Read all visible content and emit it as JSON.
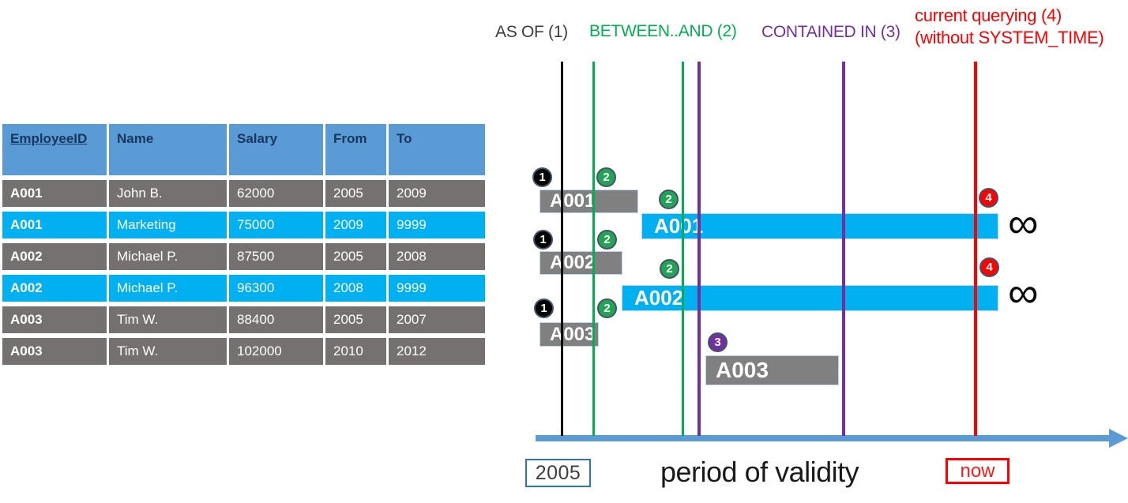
{
  "table": {
    "columns": [
      "EmployeeID",
      "Name",
      "Salary",
      "From",
      "To"
    ],
    "rows": [
      {
        "cells": [
          "A001",
          "John B.",
          "62000",
          "2005",
          "2009"
        ],
        "highlight": "gray"
      },
      {
        "cells": [
          "A001",
          "Marketing",
          "75000",
          "2009",
          "9999"
        ],
        "highlight": "cyan"
      },
      {
        "cells": [
          "A002",
          "Michael P.",
          "87500",
          "2005",
          "2008"
        ],
        "highlight": "gray"
      },
      {
        "cells": [
          "A002",
          "Michael P.",
          "96300",
          "2008",
          "9999"
        ],
        "highlight": "cyan"
      },
      {
        "cells": [
          "A003",
          "Tim W.",
          "88400",
          "2005",
          "2007"
        ],
        "highlight": "gray"
      },
      {
        "cells": [
          "A003",
          "Tim W.",
          "102000",
          "2010",
          "2012"
        ],
        "highlight": "gray"
      }
    ]
  },
  "legend": {
    "as_of": "AS OF (1)",
    "between_and": "BETWEEN..AND (2)",
    "contained_in": "CONTAINED IN (3)",
    "current_line1": "current querying (4)",
    "current_line2": "(without SYSTEM_TIME)"
  },
  "diagram": {
    "lines": [
      {
        "name": "as-of",
        "number": "1",
        "color": "#000000"
      },
      {
        "name": "between-and-start",
        "number": "2",
        "color": "#00B050"
      },
      {
        "name": "between-and-end",
        "number": "2",
        "color": "#00B050"
      },
      {
        "name": "contained-in-start",
        "number": "3",
        "color": "#7030A0"
      },
      {
        "name": "contained-in-end",
        "number": "3",
        "color": "#7030A0"
      },
      {
        "name": "current-querying",
        "number": "4",
        "color": "#FF0000"
      }
    ],
    "bars": [
      {
        "label": "A001",
        "style": "gray"
      },
      {
        "label": "A001",
        "style": "cyan",
        "open_ended": true
      },
      {
        "label": "A002",
        "style": "gray"
      },
      {
        "label": "A002",
        "style": "cyan",
        "open_ended": true
      },
      {
        "label": "A003",
        "style": "gray"
      },
      {
        "label": "A003",
        "style": "gray"
      }
    ],
    "badges": [
      {
        "n": "1",
        "color": "black"
      },
      {
        "n": "2",
        "color": "green"
      },
      {
        "n": "2",
        "color": "green"
      },
      {
        "n": "4",
        "color": "red"
      },
      {
        "n": "1",
        "color": "black"
      },
      {
        "n": "2",
        "color": "green"
      },
      {
        "n": "2",
        "color": "green"
      },
      {
        "n": "4",
        "color": "red"
      },
      {
        "n": "1",
        "color": "black"
      },
      {
        "n": "2",
        "color": "green"
      },
      {
        "n": "3",
        "color": "purple"
      }
    ],
    "infinity": "∞",
    "axis": {
      "start_label": "2005",
      "axis_label": "period of validity",
      "now_label": "now"
    }
  },
  "colors": {
    "table_header_bg": "#5B9BD5",
    "table_header_text": "#17375E",
    "row_gray": "#757170",
    "row_cyan": "#00B0F0",
    "bar_gray": "#808080",
    "bar_cyan": "#00B0F0",
    "line_as_of": "#000000",
    "line_between_and": "#00B050",
    "line_contained_in": "#7030A0",
    "line_current": "#FF0000",
    "axis_blue": "#5B9BD5",
    "box_2005_border": "#2E75B6",
    "box_now_border": "#FF0000"
  }
}
